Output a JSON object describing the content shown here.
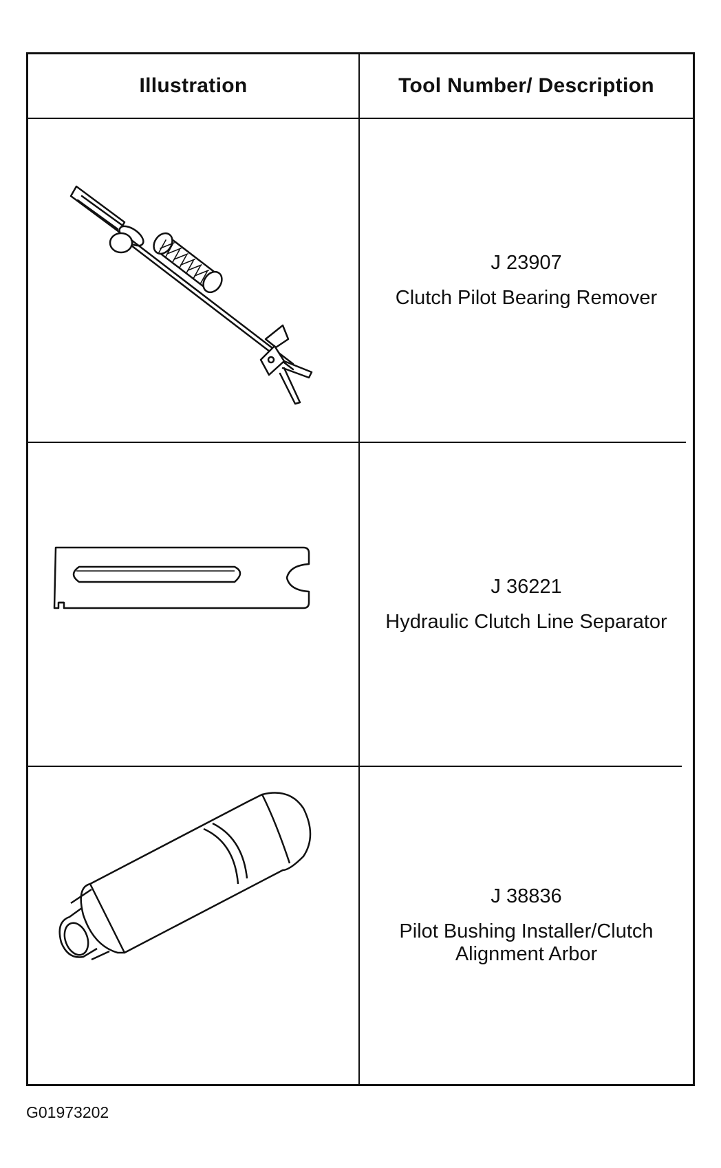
{
  "table": {
    "headers": {
      "illustration": "Illustration",
      "description": "Tool Number/ Description"
    },
    "rows": [
      {
        "tool_number": "J 23907",
        "description": "Clutch Pilot Bearing Remover",
        "icon": "slide-hammer-puller-icon"
      },
      {
        "tool_number": "J 36221",
        "description": "Hydraulic Clutch Line Separator",
        "icon": "slotted-plate-tool-icon"
      },
      {
        "tool_number": "J 38836",
        "description": "Pilot Bushing Installer/Clutch Alignment Arbor",
        "icon": "alignment-arbor-icon"
      }
    ]
  },
  "figure_id": "G01973202"
}
